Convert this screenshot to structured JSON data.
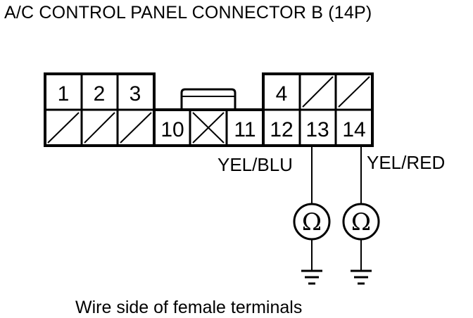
{
  "title": "A/C CONTROL PANEL CONNECTOR B (14P)",
  "connector": {
    "pins": {
      "p1": "1",
      "p2": "2",
      "p3": "3",
      "p4": "4",
      "p10": "10",
      "p11": "11",
      "p12": "12",
      "p13": "13",
      "p14": "14"
    }
  },
  "wires": {
    "pin13_color": "YEL/BLU",
    "pin14_color": "YEL/RED"
  },
  "meter_symbol": "Ω",
  "caption": "Wire side of female terminals"
}
